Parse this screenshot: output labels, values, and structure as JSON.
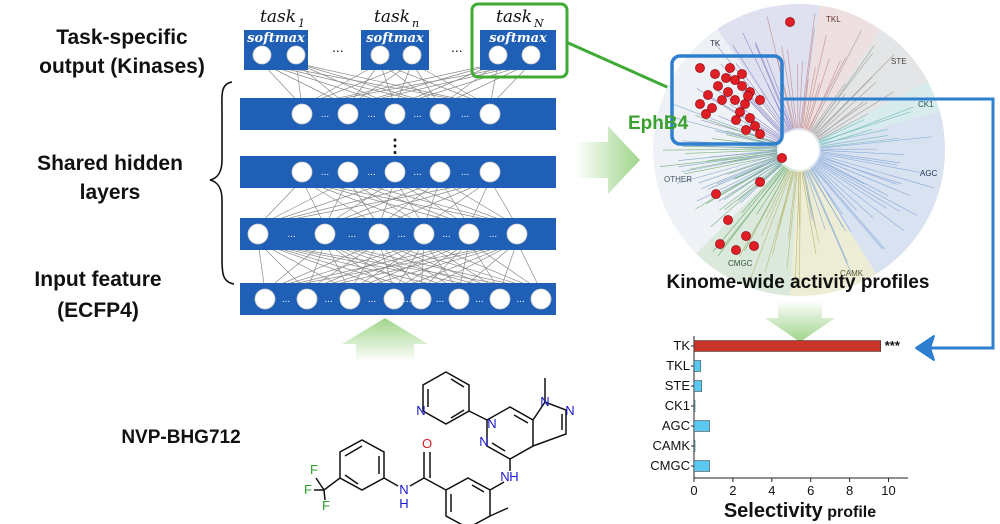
{
  "network": {
    "left_labels": {
      "output_line1": "Task-specific",
      "output_line2": "output (Kinases)",
      "hidden_line1": "Shared hidden",
      "hidden_line2": "layers",
      "input_line1": "Input feature",
      "input_line2": "(ECFP4)"
    },
    "tasks": [
      {
        "name": "task",
        "sub": "1",
        "softmax": "softmax"
      },
      {
        "name": "task",
        "sub": "n",
        "softmax": "softmax"
      },
      {
        "name": "task",
        "sub": "N",
        "softmax": "softmax"
      }
    ],
    "ellipsis": "...",
    "vertical_dots": "⋮",
    "compound_name": "NVP-BHG712",
    "highlight_label": "EphB4"
  },
  "kinome": {
    "caption": "Kinome-wide activity profiles",
    "groups": [
      "TK",
      "TKL",
      "STE",
      "CK1",
      "AGC",
      "CAMK",
      "CMGC",
      "OTHER"
    ],
    "colors": {
      "TK": "#c9c9e6",
      "TKL": "#e8c8c8",
      "STE": "#d8d8d8",
      "CK1": "#c8e8e8",
      "AGC": "#c8d8ec",
      "CAMK": "#e6e6c4",
      "CMGC": "#c8e0c8",
      "OTHER": "#d6e4ef"
    }
  },
  "chart_data": {
    "type": "bar",
    "orientation": "horizontal",
    "categories": [
      "TK",
      "TKL",
      "STE",
      "CK1",
      "AGC",
      "CAMK",
      "CMGC"
    ],
    "values": [
      9.6,
      0.35,
      0.4,
      0.05,
      0.8,
      0.05,
      0.8
    ],
    "bar_colors": [
      "#c8332a",
      "#5bc8ef",
      "#5bc8ef",
      "#5bc8ef",
      "#5bc8ef",
      "#5bc8ef",
      "#5bc8ef"
    ],
    "annotation": "***",
    "xticks": [
      "0",
      "2",
      "4",
      "6",
      "8",
      "10"
    ],
    "xlim": [
      0,
      11
    ],
    "xlabel_bold": "Selectivity",
    "xlabel_rest": " profile"
  },
  "molecule": {
    "atoms": {
      "N": "N",
      "NH": "N",
      "H": "H",
      "O": "O",
      "F": "F"
    }
  },
  "colors": {
    "layer_blue": "#1f5fb5",
    "green_box": "#3faa35",
    "green_arrow": "#6cc257",
    "blue_arrow": "#2e7fd0",
    "eph_green": "#3aa12e"
  }
}
